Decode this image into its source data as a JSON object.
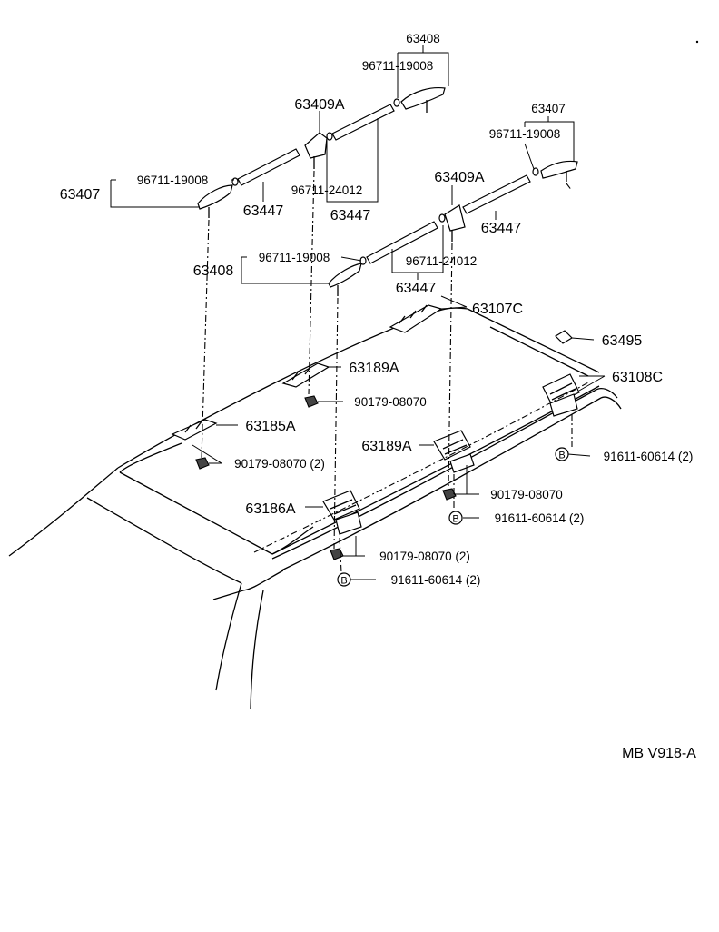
{
  "labels": {
    "l_63408_top": "63408",
    "l_96711_19008_a": "96711-19008",
    "l_63409A_a": "63409A",
    "l_63407_right": "63407",
    "l_96711_19008_b": "96711-19008",
    "l_96711_19008_c": "96711-19008",
    "l_63407_left": "63407",
    "l_63447_a": "63447",
    "l_96711_24012_a": "96711-24012",
    "l_63447_b": "63447",
    "l_63409A_b": "63409A",
    "l_63447_c": "63447",
    "l_96711_19008_d": "96711-19008",
    "l_63408_mid": "63408",
    "l_96711_24012_b": "96711-24012",
    "l_63447_d": "63447",
    "l_63107C": "63107C",
    "l_63495": "63495",
    "l_63189A_a": "63189A",
    "l_90179_08070_a": "90179-08070",
    "l_63108C": "63108C",
    "l_63185A": "63185A",
    "l_63189A_b": "63189A",
    "l_91611_60614_a": "91611-60614 (2)",
    "l_90179_08070_b": "90179-08070 (2)",
    "l_90179_08070_c": "90179-08070",
    "l_63186A": "63186A",
    "l_91611_60614_b": "91611-60614 (2)",
    "l_90179_08070_d": "90179-08070 (2)",
    "l_91611_60614_c": "91611-60614 (2)",
    "bolt_mark": "B",
    "diagram_code": "MB  V918-A"
  }
}
